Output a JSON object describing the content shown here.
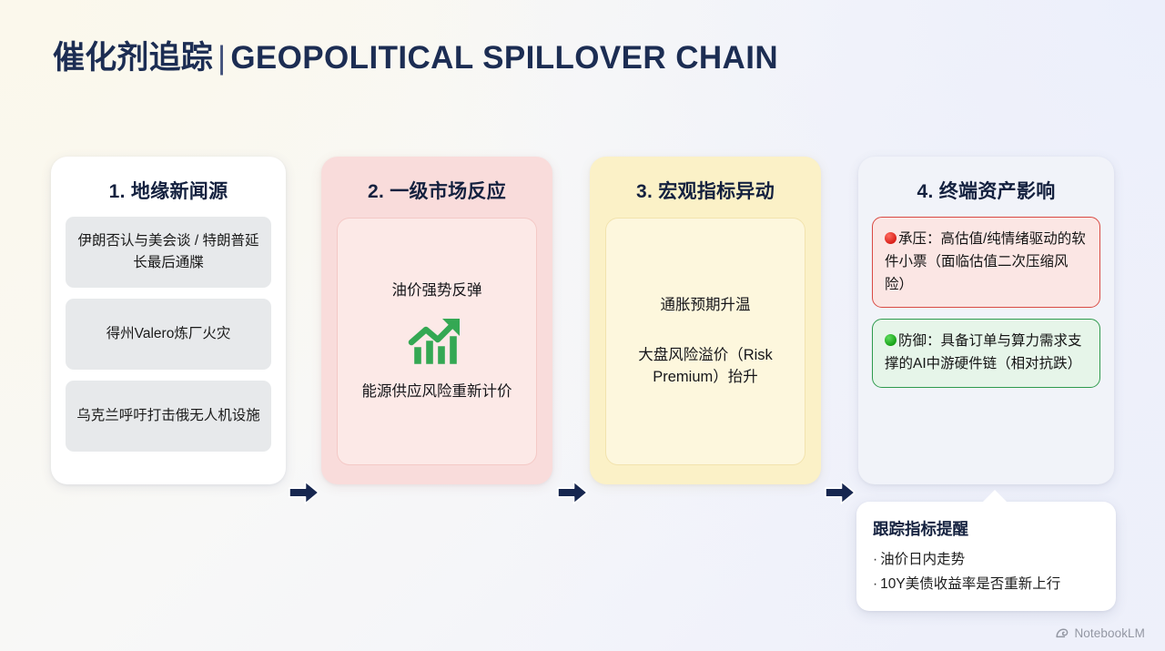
{
  "title": {
    "zh": "催化剂追踪",
    "separator": "|",
    "en": "GEOPOLITICAL SPILLOVER CHAIN",
    "color": "#1c2d53"
  },
  "flow": {
    "arrow_icon": "arrow-right-icon",
    "arrow_color": "#16264f",
    "steps": [
      {
        "heading": "1. 地缘新闻源",
        "card_color": "#ffffff",
        "items": [
          "伊朗否认与美会谈 / 特朗普延长最后通牒",
          "得州Valero炼厂火灾",
          "乌克兰呼吁打击俄无人机设施"
        ]
      },
      {
        "heading": "2. 一级市场反应",
        "card_color": "#f9dcdb",
        "inner_color": "#fce9e7",
        "line_top": "油价强势反弹",
        "icon": "chart-increasing-icon",
        "icon_color": "#34a853",
        "line_bottom": "能源供应风险重新计价"
      },
      {
        "heading": "3. 宏观指标异动",
        "card_color": "#fbf1c7",
        "inner_color": "#fdf7dd",
        "line_top": "通胀预期升温",
        "line_bottom": "大盘风险溢价（Risk Premium）抬升"
      },
      {
        "heading": "4. 终端资产影响",
        "card_color": "#f1f3f9",
        "impacts": [
          {
            "marker": "red-circle-icon",
            "marker_color": "#d8201a",
            "text": "承压：高估值/纯情绪驱动的软件小票（面临估值二次压缩风险）",
            "border_color": "#d94a43",
            "bg_color": "#fbe6e4"
          },
          {
            "marker": "green-circle-icon",
            "marker_color": "#17a117",
            "text": "防御：具备订单与算力需求支撑的AI中游硬件链（相对抗跌）",
            "border_color": "#2e9a4d",
            "bg_color": "#e6f5e9"
          }
        ]
      }
    ]
  },
  "callout": {
    "title": "跟踪指标提醒",
    "bullet_char": "·",
    "items": [
      "油价日内走势",
      "10Y美债收益率是否重新上行"
    ]
  },
  "watermark": {
    "icon": "notebooklm-logo-icon",
    "label": "NotebookLM"
  }
}
